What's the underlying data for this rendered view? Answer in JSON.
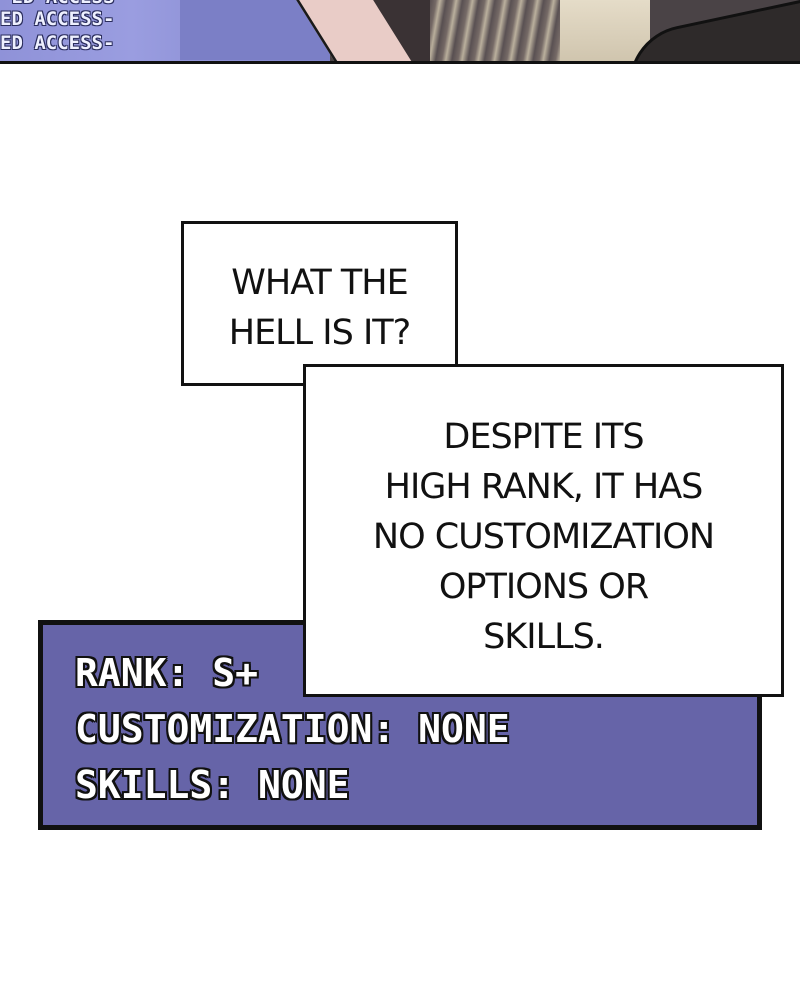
{
  "top_strip": {
    "screen_lines": [
      "-ED ACCESS-",
      "ED ACCESS-",
      "ED ACCESS-"
    ]
  },
  "bubble_1": {
    "lines": [
      "WHAT THE",
      "HELL IS IT?"
    ]
  },
  "bubble_2": {
    "lines": [
      "DESPITE ITS",
      "HIGH RANK, IT HAS",
      "NO CUSTOMIZATION",
      "OPTIONS OR",
      "SKILLS."
    ]
  },
  "status_window": {
    "lines": [
      "RANK: S+",
      "CUSTOMIZATION: NONE",
      "SKILLS: NONE"
    ]
  },
  "colors": {
    "status_background": "#6664a8",
    "screen_background": "#8f92d8",
    "border": "#111111",
    "page_background": "#ffffff"
  }
}
